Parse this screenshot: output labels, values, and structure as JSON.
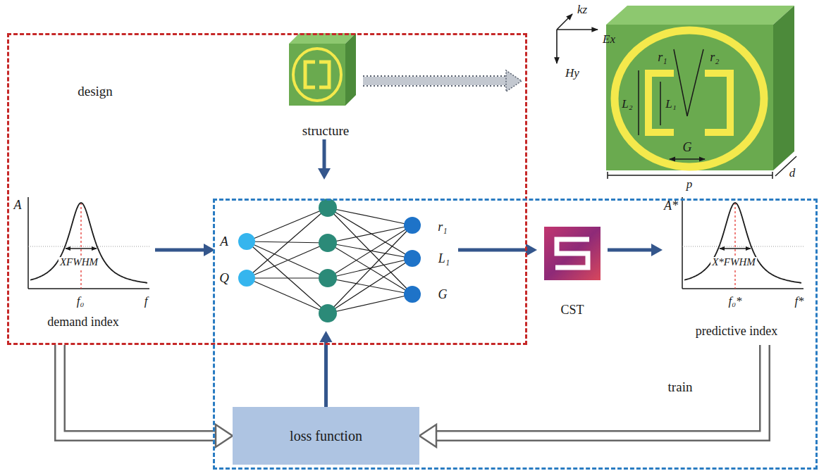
{
  "diagram": {
    "nodes": [
      {
        "text": [
          "design"
        ]
      },
      {
        "text": [
          "train"
        ]
      },
      {
        "text": [
          "structure"
        ],
        "in": 0
      },
      {
        "text": [
          "r₁",
          "r₂",
          "L₂",
          "L₁",
          "G"
        ]
      },
      {
        "text": [
          "A",
          "XFWHM",
          "f₀",
          "f",
          "demand index"
        ],
        "in": 0
      },
      {
        "text": [
          "A",
          "Q",
          "r₁",
          "L₁",
          "G"
        ]
      },
      {
        "text": [
          "CST"
        ]
      },
      {
        "text": [
          "A*",
          "X*FWHM",
          "f₀*",
          "f*",
          "predictive index"
        ],
        "in": 1
      },
      {
        "text": [
          "loss function"
        ],
        "in": 1
      }
    ],
    "edges": [
      {
        "from": 2,
        "to": 3,
        "arrow": "to"
      },
      {
        "from": 2,
        "to": 5,
        "arrow": "to"
      },
      {
        "from": 4,
        "to": 5,
        "arrow": "to"
      },
      {
        "from": 5,
        "to": 6,
        "arrow": "to"
      },
      {
        "from": 6,
        "to": 7,
        "arrow": "to"
      },
      {
        "from": 8,
        "to": 5,
        "arrow": "to"
      },
      {
        "from": 4,
        "to": 8,
        "arrow": "to"
      },
      {
        "from": 7,
        "to": 8,
        "arrow": "to"
      }
    ],
    "labels": [
      "kz",
      "Ex",
      "Hy",
      "p",
      "d"
    ]
  }
}
